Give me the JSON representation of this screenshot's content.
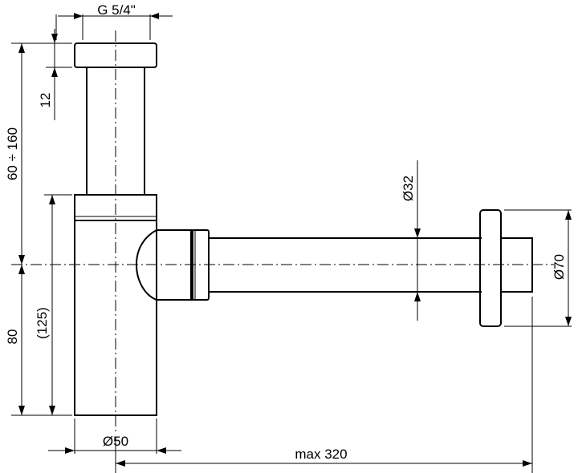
{
  "dimensions": {
    "thread": "G 5/4\"",
    "tail_height": "60 ÷ 160",
    "nut_height": "12",
    "pipe_diameter": "Ø32",
    "flange_diameter": "Ø70",
    "body_height": "(125)",
    "outlet_height": "80",
    "body_diameter": "Ø50",
    "max_reach": "max 320"
  }
}
